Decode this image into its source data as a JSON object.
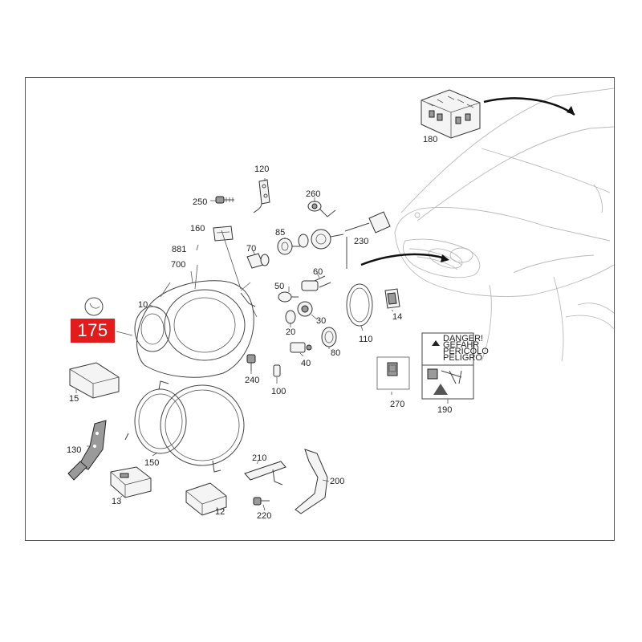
{
  "highlighted_part": "175",
  "part_labels": {
    "p10": "10",
    "p12": "12",
    "p13": "13",
    "p14": "14",
    "p15": "15",
    "p20": "20",
    "p30": "30",
    "p40": "40",
    "p50": "50",
    "p60": "60",
    "p70": "70",
    "p80": "80",
    "p85": "85",
    "p100": "100",
    "p110": "110",
    "p120": "120",
    "p130": "130",
    "p150": "150",
    "p160": "160",
    "p180": "180",
    "p190": "190",
    "p200": "200",
    "p210": "210",
    "p220": "220",
    "p230": "230",
    "p240": "240",
    "p250": "250",
    "p260": "260",
    "p270": "270",
    "p700": "700",
    "p881": "881"
  },
  "warning_label": {
    "line1": "DANGER!",
    "line2": "GEFAHR",
    "line3": "PERICOLO",
    "line4": "PELIGRO"
  },
  "colors": {
    "highlight": "#e31b1b",
    "line": "#444444",
    "car_outline": "#b9b9b9"
  }
}
